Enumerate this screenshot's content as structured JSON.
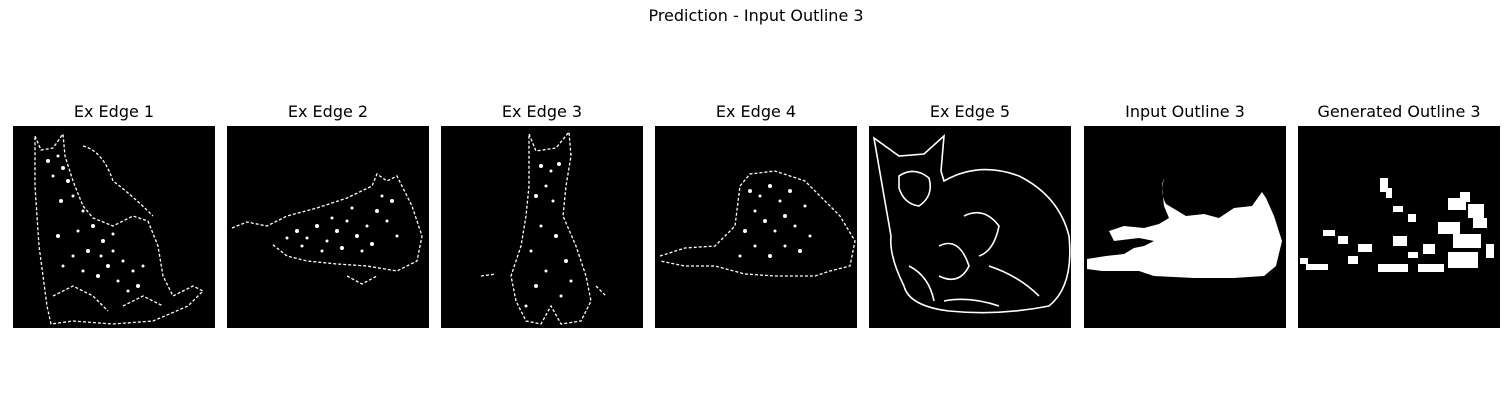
{
  "figure": {
    "title": "Prediction - Input Outline 3"
  },
  "panels": [
    {
      "title": "Ex Edge 1",
      "image": "cat-sitting-edge-map"
    },
    {
      "title": "Ex Edge 2",
      "image": "cat-lying-edge-map"
    },
    {
      "title": "Ex Edge 3",
      "image": "cat-sitting-front-edge-map"
    },
    {
      "title": "Ex Edge 4",
      "image": "cat-crouching-edge-map"
    },
    {
      "title": "Ex Edge 5",
      "image": "cat-curled-outline-drawing"
    },
    {
      "title": "Input Outline 3",
      "image": "cat-lying-silhouette"
    },
    {
      "title": "Generated Outline 3",
      "image": "cat-lying-generated-edges"
    }
  ],
  "colors": {
    "background": "#000000",
    "foreground": "#ffffff"
  }
}
